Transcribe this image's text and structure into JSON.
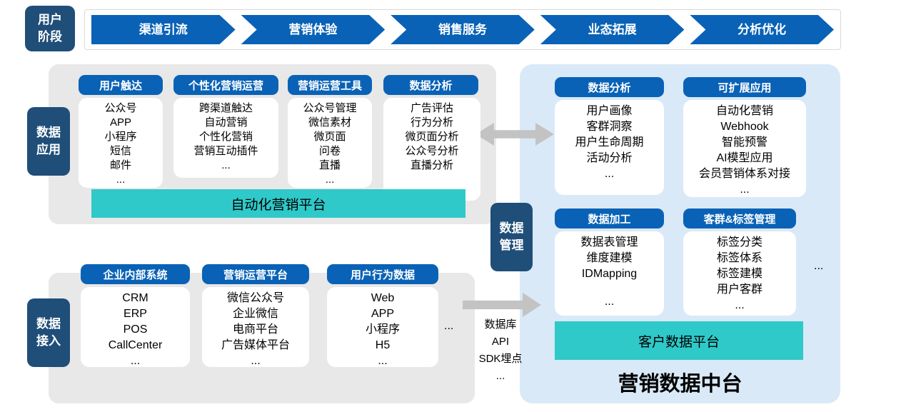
{
  "colors": {
    "navy": "#1F4E79",
    "blue": "#0962B6",
    "teal": "#2FC9C9",
    "panel_gray": "#E8E8E8",
    "panel_blue": "#D9E9F7",
    "arrow_gray": "#C3C3C3",
    "bar_border": "#D9D9D9"
  },
  "stage_bar": {
    "label": "用户阶段",
    "stages": [
      "渠道引流",
      "营销体验",
      "销售服务",
      "业态拓展",
      "分析优化"
    ]
  },
  "data_application": {
    "label": "数据应用",
    "cards": [
      {
        "title": "用户触达",
        "items": [
          "公众号",
          "APP",
          "小程序",
          "短信",
          "邮件",
          "..."
        ]
      },
      {
        "title": "个性化营销运营",
        "items": [
          "跨渠道触达",
          "自动营销",
          "个性化营销",
          "营销互动插件",
          "..."
        ]
      },
      {
        "title": "营销运营工具",
        "items": [
          "公众号管理",
          "微信素材",
          "微页面",
          "问卷",
          "直播",
          "..."
        ]
      },
      {
        "title": "数据分析",
        "items": [
          "广告评估",
          "行为分析",
          "微页面分析",
          "公众号分析",
          "直播分析"
        ]
      }
    ],
    "platform_bar": "自动化营销平台"
  },
  "data_access": {
    "label": "数据接入",
    "cards": [
      {
        "title": "企业内部系统",
        "items": [
          "CRM",
          "ERP",
          "POS",
          "CallCenter",
          "..."
        ]
      },
      {
        "title": "营销运营平台",
        "items": [
          "微信公众号",
          "企业微信",
          "电商平台",
          "广告媒体平台",
          "..."
        ]
      },
      {
        "title": "用户行为数据",
        "items": [
          "Web",
          "APP",
          "小程序",
          "H5",
          "..."
        ]
      }
    ],
    "more": "...",
    "connector_labels": [
      "数据库",
      "API",
      "SDK埋点",
      "..."
    ]
  },
  "data_management": {
    "label": "数据管理"
  },
  "data_platform": {
    "title": "营销数据中台",
    "cards": [
      {
        "title": "数据分析",
        "items": [
          "用户画像",
          "客群洞察",
          "用户生命周期",
          "活动分析",
          "..."
        ]
      },
      {
        "title": "可扩展应用",
        "items": [
          "自动化营销",
          "Webhook",
          "智能预警",
          "AI模型应用",
          "会员营销体系对接",
          "..."
        ]
      },
      {
        "title": "数据加工",
        "items": [
          "数据表管理",
          "维度建模",
          "IDMapping",
          "..."
        ]
      },
      {
        "title": "客群&标签管理",
        "items": [
          "标签分类",
          "标签体系",
          "标签建模",
          "用户客群",
          "..."
        ]
      }
    ],
    "more": "...",
    "platform_bar": "客户数据平台"
  }
}
